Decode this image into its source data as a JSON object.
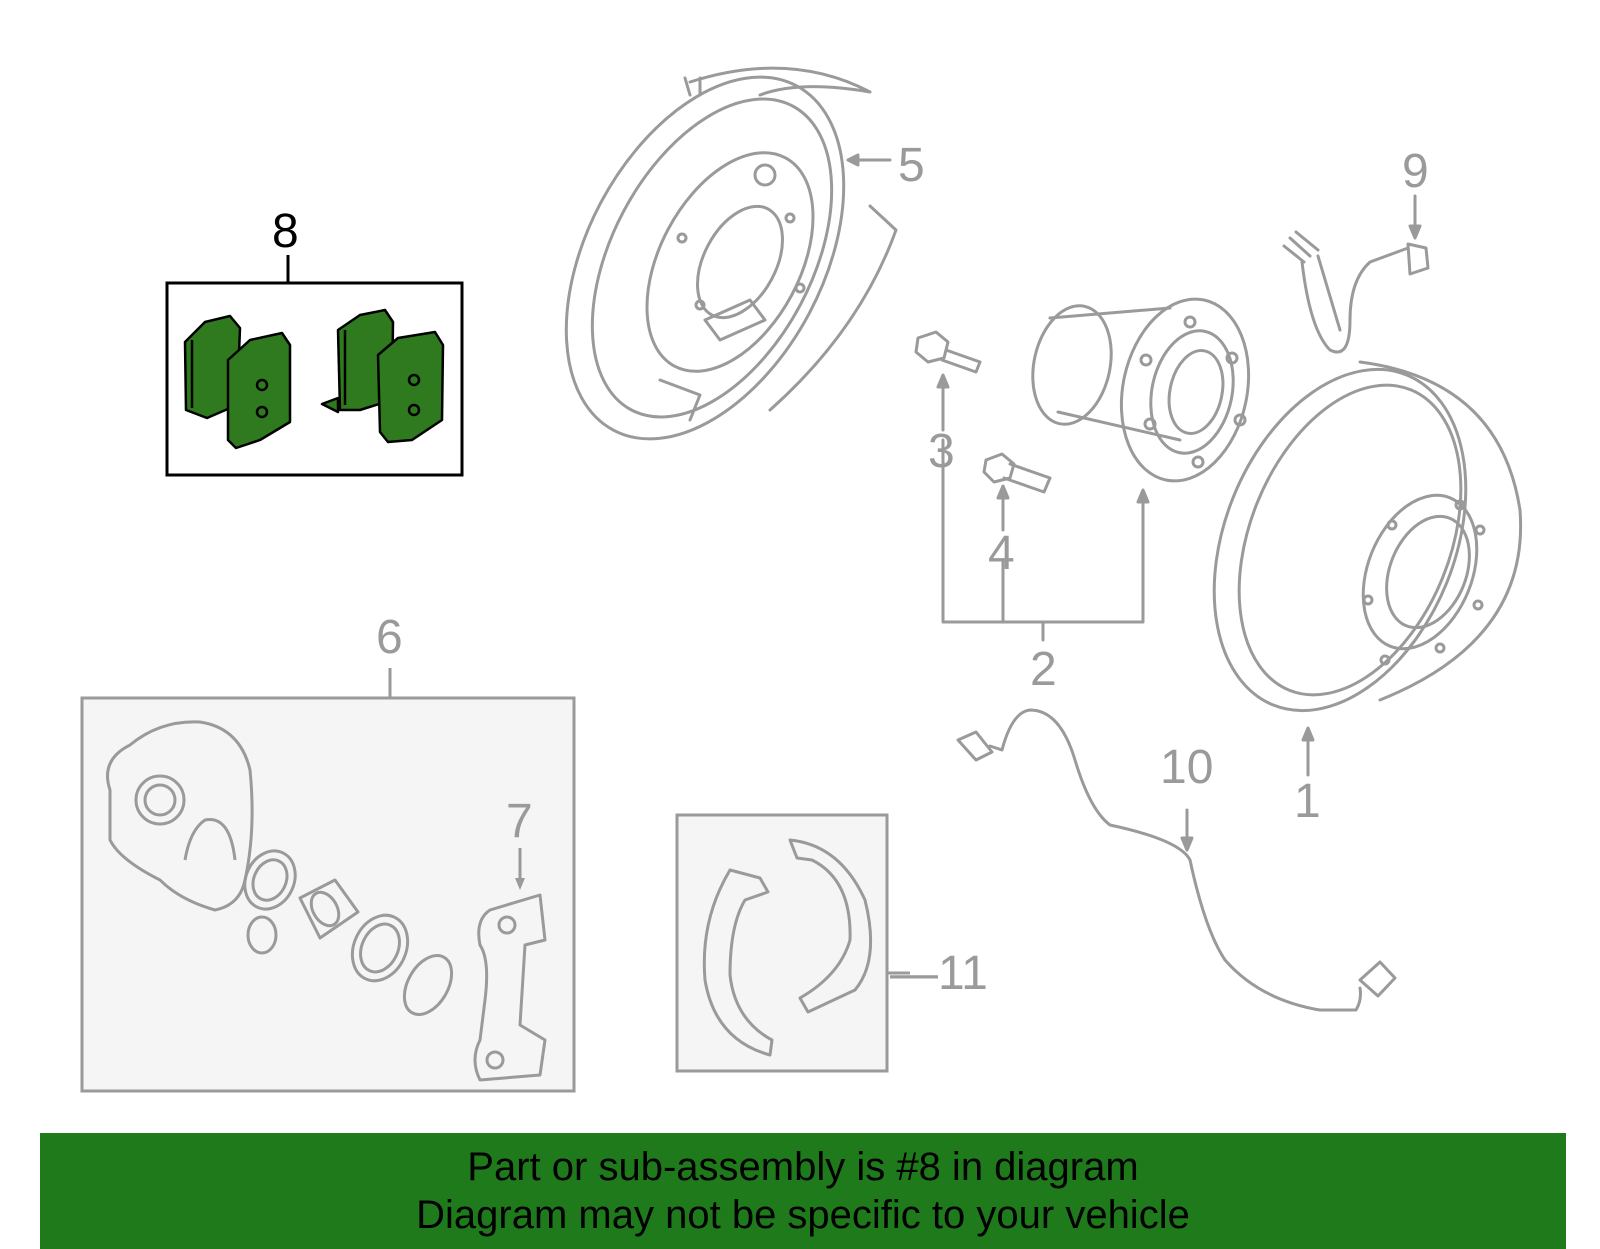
{
  "callouts": {
    "c1": "1",
    "c2": "2",
    "c3": "3",
    "c4": "4",
    "c5": "5",
    "c6": "6",
    "c7": "7",
    "c8": "8",
    "c9": "9",
    "c10": "10",
    "c11": "—11"
  },
  "highlighted_part": "8",
  "colors": {
    "line": "#9a9a9a",
    "highlight_fill": "#2f7a1e",
    "highlight_line": "#000000",
    "banner_bg": "#1f7a1c",
    "group_box_bg": "#f5f5f5"
  },
  "banner": {
    "line1": "Part or sub-assembly is #8 in diagram",
    "line2": "Diagram may not be specific to your vehicle"
  }
}
